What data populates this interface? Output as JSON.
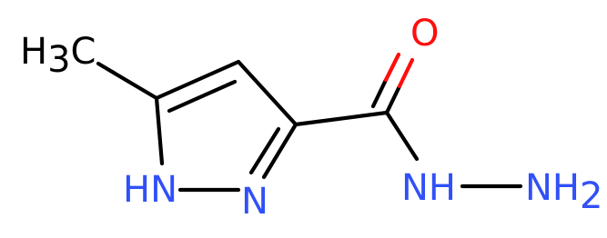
{
  "molecule": {
    "labels": {
      "methyl": "H",
      "methyl_sub": "3",
      "methyl_c": "C",
      "nh": "HN",
      "n": "N",
      "o": "O",
      "nh2": "NH",
      "nh2_sub": "2"
    },
    "colors": {
      "carbon_bond": "#000000",
      "oxygen": "#ff0d0d",
      "nitrogen": "#3050f8",
      "hydrogen_label": "#000000"
    }
  }
}
